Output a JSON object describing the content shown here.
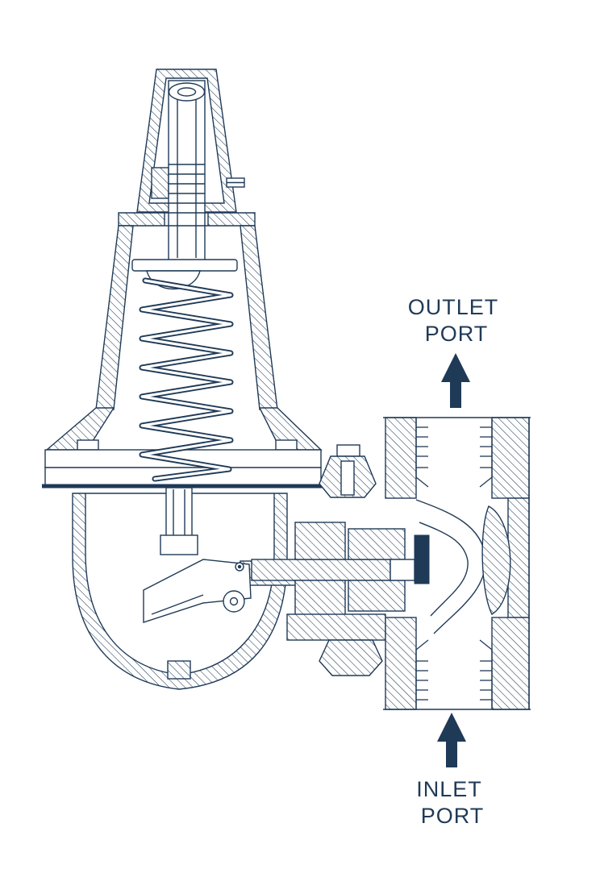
{
  "diagram": {
    "ink_color": "#1f3a57",
    "background": "#ffffff",
    "labels": {
      "outlet_line1": "OUTLET",
      "outlet_line2": "PORT",
      "inlet_line1": "INLET",
      "inlet_line2": "PORT"
    },
    "icons": {
      "outlet_flow": "arrow-up-icon",
      "inlet_flow": "arrow-up-icon"
    }
  }
}
